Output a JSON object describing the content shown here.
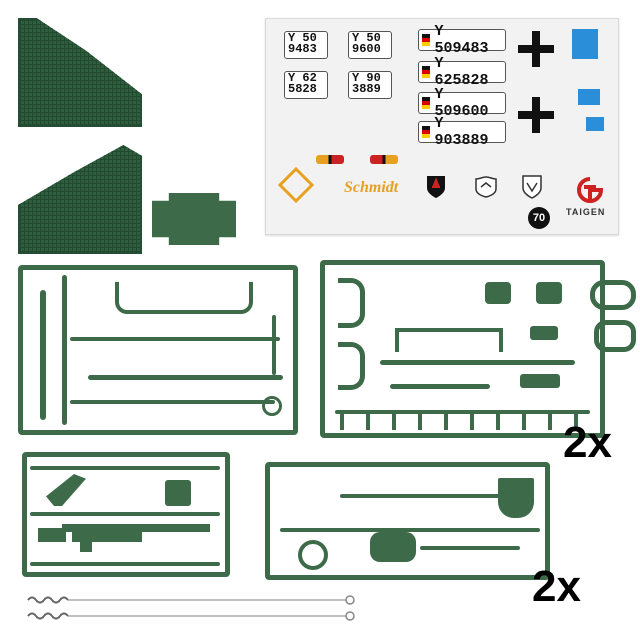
{
  "decal_sheet": {
    "small_plates": [
      {
        "top": "Y 50",
        "bottom": "9483"
      },
      {
        "top": "Y 50",
        "bottom": "9600"
      },
      {
        "top": "Y 62",
        "bottom": "5828"
      },
      {
        "top": "Y 90",
        "bottom": "3889"
      }
    ],
    "long_plates": [
      "Y 509483",
      "Y 625828",
      "Y 509600",
      "Y 903889"
    ],
    "brand_script": "Schmidt",
    "number_badge": "70",
    "logo_text": "TAIGEN",
    "colors": {
      "cross": "#111111",
      "blue": "#2a8fd8",
      "orange": "#e8a020",
      "red": "#cc2222"
    }
  },
  "quantity_labels": [
    "2x",
    "2x"
  ],
  "colors": {
    "plastic": "#3d6b4a",
    "mesh": "#2f5e3f"
  }
}
